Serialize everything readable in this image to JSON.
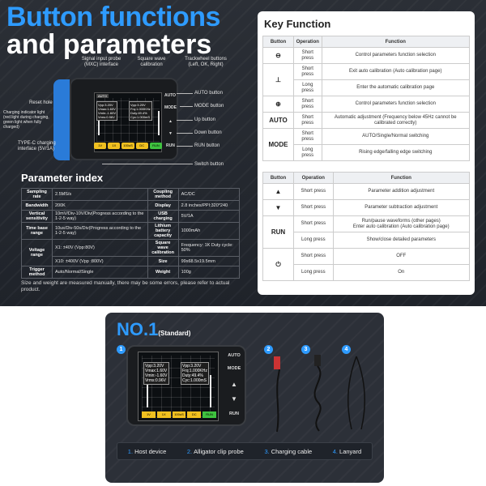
{
  "header": {
    "title_line1": "Button functions",
    "title_line2": "and parameters"
  },
  "device_annotations": {
    "signal_input": "Signal input probe (MXC) interface",
    "square_wave": "Square wave calibration",
    "trackwheel": "Trackwheel buttons (Left, OK, Right)",
    "reset_hole": "Reset hole",
    "charging_light": "Charging indicator light (red light during charging, green light when fully charged)",
    "typec": "TYPE-C charging interface (5V/1A)",
    "auto_button": "AUTO button",
    "mode_button": "MODE button",
    "up_button": "Up button",
    "down_button": "Down button",
    "run_button": "RUN button",
    "switch_button": "Switch button",
    "btn_auto": "AUTO",
    "btn_mode": "MODE",
    "btn_run": "RUN",
    "screen_auto": "AUTO",
    "screen_left": [
      "Vpp:3.20V",
      "Vmax:1.60V",
      "Vmin:-1.60V",
      "Vrms:0.96V"
    ],
    "screen_right": [
      "Vpp:3.20V",
      "Frq:1.000KHz",
      "Duty:49.4%",
      "Cyc:1.000mS"
    ],
    "chips": [
      "1V",
      "1X",
      "100uS",
      "DC",
      "RUN"
    ]
  },
  "key_function": {
    "title": "Key Function",
    "headers": [
      "Button",
      "Operation",
      "Function"
    ],
    "rows1": [
      {
        "button_icon": "trackwheel-left-icon",
        "operation": "Short press",
        "function": "Control parameters function selection"
      },
      {
        "button_icon": "trackwheel-ok-icon",
        "operation": "Short press",
        "function": "Exit auto calibration (Auto calibration page)"
      },
      {
        "button_icon": "",
        "operation": "Long press",
        "function": "Enter the automatic calibration page"
      },
      {
        "button_icon": "trackwheel-right-icon",
        "operation": "Short press",
        "function": "Control parameters function selection"
      },
      {
        "button": "AUTO",
        "operation": "Short press",
        "function": "Automatic adjustment (Frequency below 45Hz cannot be calibrated correctly)"
      },
      {
        "button": "MODE",
        "operation": "Short press",
        "function": "AUTO/Single/Normal switching"
      },
      {
        "button": "",
        "operation": "Long press",
        "function": "Rising edge/falling edge switching"
      }
    ],
    "rows2": [
      {
        "button": "▲",
        "operation": "Short press",
        "function": "Parameter addition adjustment"
      },
      {
        "button": "▼",
        "operation": "Short press",
        "function": "Parameter subtraction adjustment"
      },
      {
        "button": "RUN",
        "operation": "Short press",
        "function": "Run/pause waveforms (other pages)\nEnter auto calibration (Auto calibration page)"
      },
      {
        "button": "",
        "operation": "Long press",
        "function": "Show/close detailed parameters"
      },
      {
        "button": "⏻",
        "operation": "Short press",
        "function": "OFF"
      },
      {
        "button": "",
        "operation": "Long press",
        "function": "On"
      }
    ]
  },
  "parameter_index": {
    "title": "Parameter index",
    "rows": [
      [
        "Sampling rate",
        "2.5MS/s",
        "Coupling method",
        "AC/DC"
      ],
      [
        "Bandwidth",
        "200K",
        "Display",
        "2.8 inches/PPI:320*240"
      ],
      [
        "Vertical sensitivity",
        "10mV/Div-10V/Div(Progress according to the 1-2-5 way)",
        "USB charging",
        "5V/1A"
      ],
      [
        "Time base range",
        "10us/Div-50s/Div(Progress according to the 1-2-5 way)",
        "Lithium battery capacity",
        "1000mAh"
      ],
      [
        "Voltage range",
        "X1: ±40V (Vpp:80V)",
        "Square wave calibration",
        "Frequency: 1K Duty cycle: 50%"
      ],
      [
        "",
        "X10: ±400V (Vpp :800V)",
        "Size",
        "99x68.5x19.5mm"
      ],
      [
        "Trigger method",
        "Auto/Normal/Single",
        "Weight",
        "100g"
      ]
    ],
    "note": "Size and weight are measured manually, there may be some errors, please refer to actual product."
  },
  "package": {
    "title": "NO.1",
    "subtitle": "(Standard)",
    "badges": [
      "1",
      "2",
      "3",
      "4"
    ],
    "items": [
      {
        "num": "1.",
        "label": "Host device"
      },
      {
        "num": "2.",
        "label": "Alligator clip probe"
      },
      {
        "num": "3.",
        "label": "Charging cable"
      },
      {
        "num": "4.",
        "label": "Lanyard"
      }
    ],
    "device_buttons": [
      "AUTO",
      "MODE",
      "▲",
      "▼",
      "RUN"
    ]
  },
  "colors": {
    "accent": "#2e9bff",
    "chip_colors": [
      "#f0c020",
      "#f0c020",
      "#f0c020",
      "#f0c020",
      "#3fc23f"
    ]
  }
}
